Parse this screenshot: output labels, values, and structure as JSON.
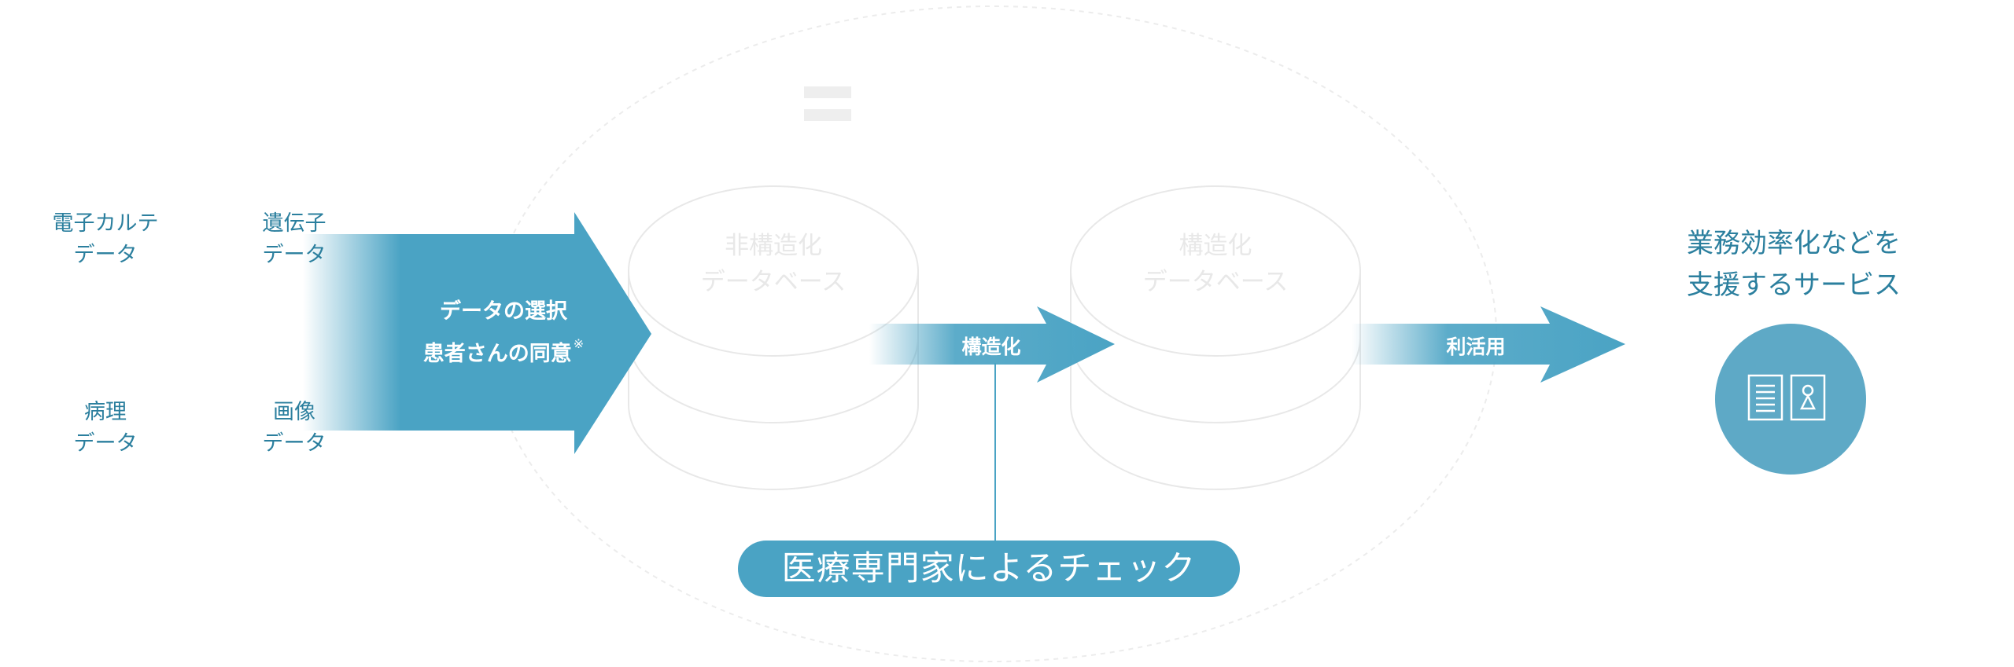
{
  "colors": {
    "accent": "#4aa3c4",
    "label_text": "#2b7f9e",
    "faint_outline": "#e6e6e6",
    "db_text": "#e8e8e8",
    "service_circle": "#5ea9c6"
  },
  "sources": [
    {
      "line1": "電子カルテ",
      "line2": "データ"
    },
    {
      "line1": "遺伝子",
      "line2": "データ"
    },
    {
      "line1": "病理",
      "line2": "データ"
    },
    {
      "line1": "画像",
      "line2": "データ"
    }
  ],
  "main_arrow": {
    "line1": "データの選択",
    "line2": "患者さんの同意",
    "footnote_mark": "※"
  },
  "databases": {
    "unstructured": {
      "line1": "非構造化",
      "line2": "データベース"
    },
    "structured": {
      "line1": "構造化",
      "line2": "データベース"
    }
  },
  "arrows": {
    "structuring": "構造化",
    "utilization": "利活用"
  },
  "expert_check": "医療専門家によるチェック",
  "service": {
    "line1": "業務効率化などを",
    "line2": "支援するサービス",
    "icon": "document-and-person-card-icon"
  },
  "equal_sign": "="
}
